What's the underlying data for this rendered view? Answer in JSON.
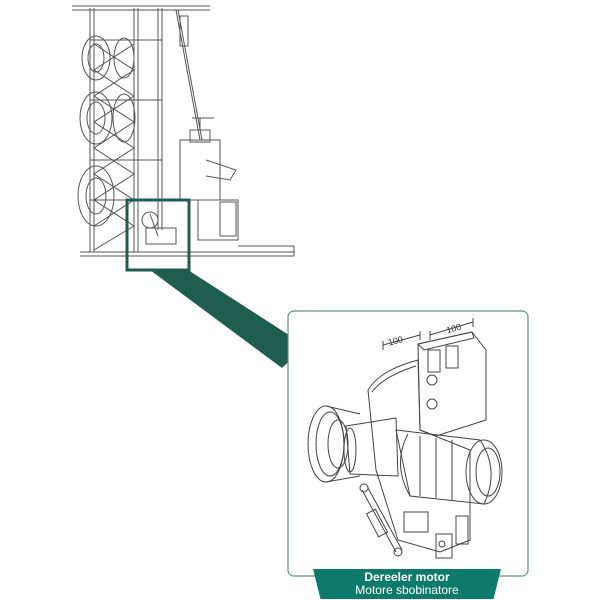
{
  "dimensions": {
    "left": "100",
    "right": "100"
  },
  "caption": {
    "line1": "Dereeler motor",
    "line2": "Motore sbobinatore"
  },
  "colors": {
    "accent": "#0e7a6c",
    "callout_fill": "#1f5d4f",
    "line": "#444444",
    "frame": "#5f8f80"
  },
  "icons": {
    "zoom_callout": "magnifier-callout"
  }
}
